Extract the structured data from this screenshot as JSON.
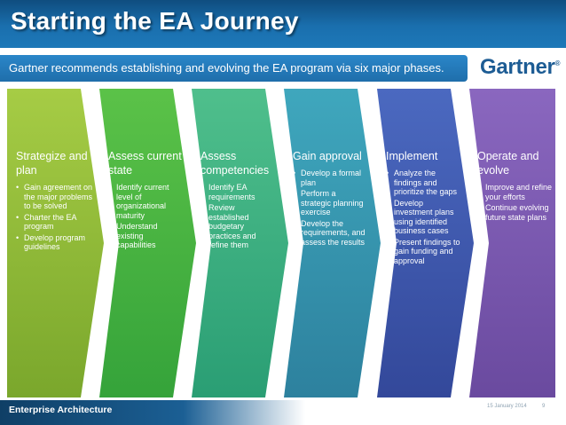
{
  "header": {
    "title": "Starting the EA Journey",
    "subtitle": "Gartner recommends establishing and evolving the EA program via six major phases.",
    "logo_text": "Gartner",
    "logo_mark": "®"
  },
  "phases": [
    {
      "title": "Strategize and plan",
      "color_top": "#a6cc45",
      "color_bottom": "#7aa72c",
      "bullets": [
        "Gain agreement on the major problems to be solved",
        "Charter the EA program",
        "Develop program guidelines"
      ]
    },
    {
      "title": "Assess current state",
      "color_top": "#5bc248",
      "color_bottom": "#35a33a",
      "bullets": [
        "Identify current level of organizational maturity",
        "Understand existing capabilities"
      ]
    },
    {
      "title": "Assess competencies",
      "color_top": "#4fbf8c",
      "color_bottom": "#2a9e74",
      "bullets": [
        "Identify EA requirements",
        "Review established budgetary practices and refine them"
      ]
    },
    {
      "title": "Gain approval",
      "color_top": "#3fa7bd",
      "color_bottom": "#2d819e",
      "bullets": [
        "Develop a formal plan",
        "Perform a strategic planning exercise",
        "Develop the requirements, and assess the results"
      ]
    },
    {
      "title": "Implement",
      "color_top": "#4b69c0",
      "color_bottom": "#33489a",
      "bullets": [
        "Analyze the findings and prioritize the gaps",
        "Develop investment plans using identified business cases",
        "Present findings to gain funding and approval"
      ]
    },
    {
      "title": "Operate and evolve",
      "color_top": "#8a67bf",
      "color_bottom": "#6a4a9f",
      "bullets": [
        "Improve and refine your efforts",
        "Continue evolving future state plans"
      ]
    }
  ],
  "footer": {
    "label": "Enterprise Architecture",
    "date": "15 January 2014",
    "page": "9"
  }
}
